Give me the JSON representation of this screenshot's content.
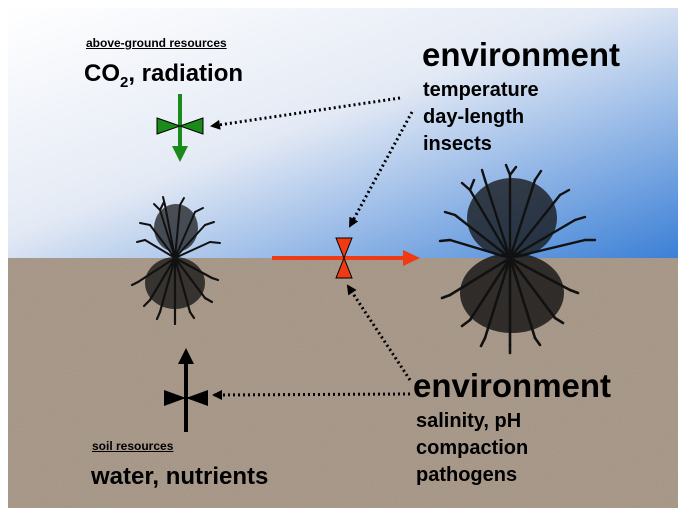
{
  "above_ground": {
    "heading": "above-ground resources",
    "resources_prefix": "CO",
    "resources_sub": "2",
    "resources_suffix": ", radiation"
  },
  "top_environment": {
    "title": "environment",
    "items": [
      "temperature",
      "day-length",
      "insects"
    ]
  },
  "bottom_environment": {
    "title": "environment",
    "items": [
      "salinity, pH",
      "compaction",
      "pathogens"
    ]
  },
  "soil": {
    "heading": "soil resources",
    "resources": "water, nutrients"
  },
  "colors": {
    "sky_top": "#ffffff",
    "sky_bottom": "#3a7fd6",
    "soil": "#a39486",
    "growth_arrow": "#f03a14",
    "above_arrow": "#1a8a1a",
    "soil_arrow": "#000000",
    "plant": "#111111"
  },
  "icons": {
    "above_valve": "bowtie-valve-icon",
    "growth_valve": "bowtie-valve-icon",
    "soil_valve": "bowtie-valve-icon"
  }
}
